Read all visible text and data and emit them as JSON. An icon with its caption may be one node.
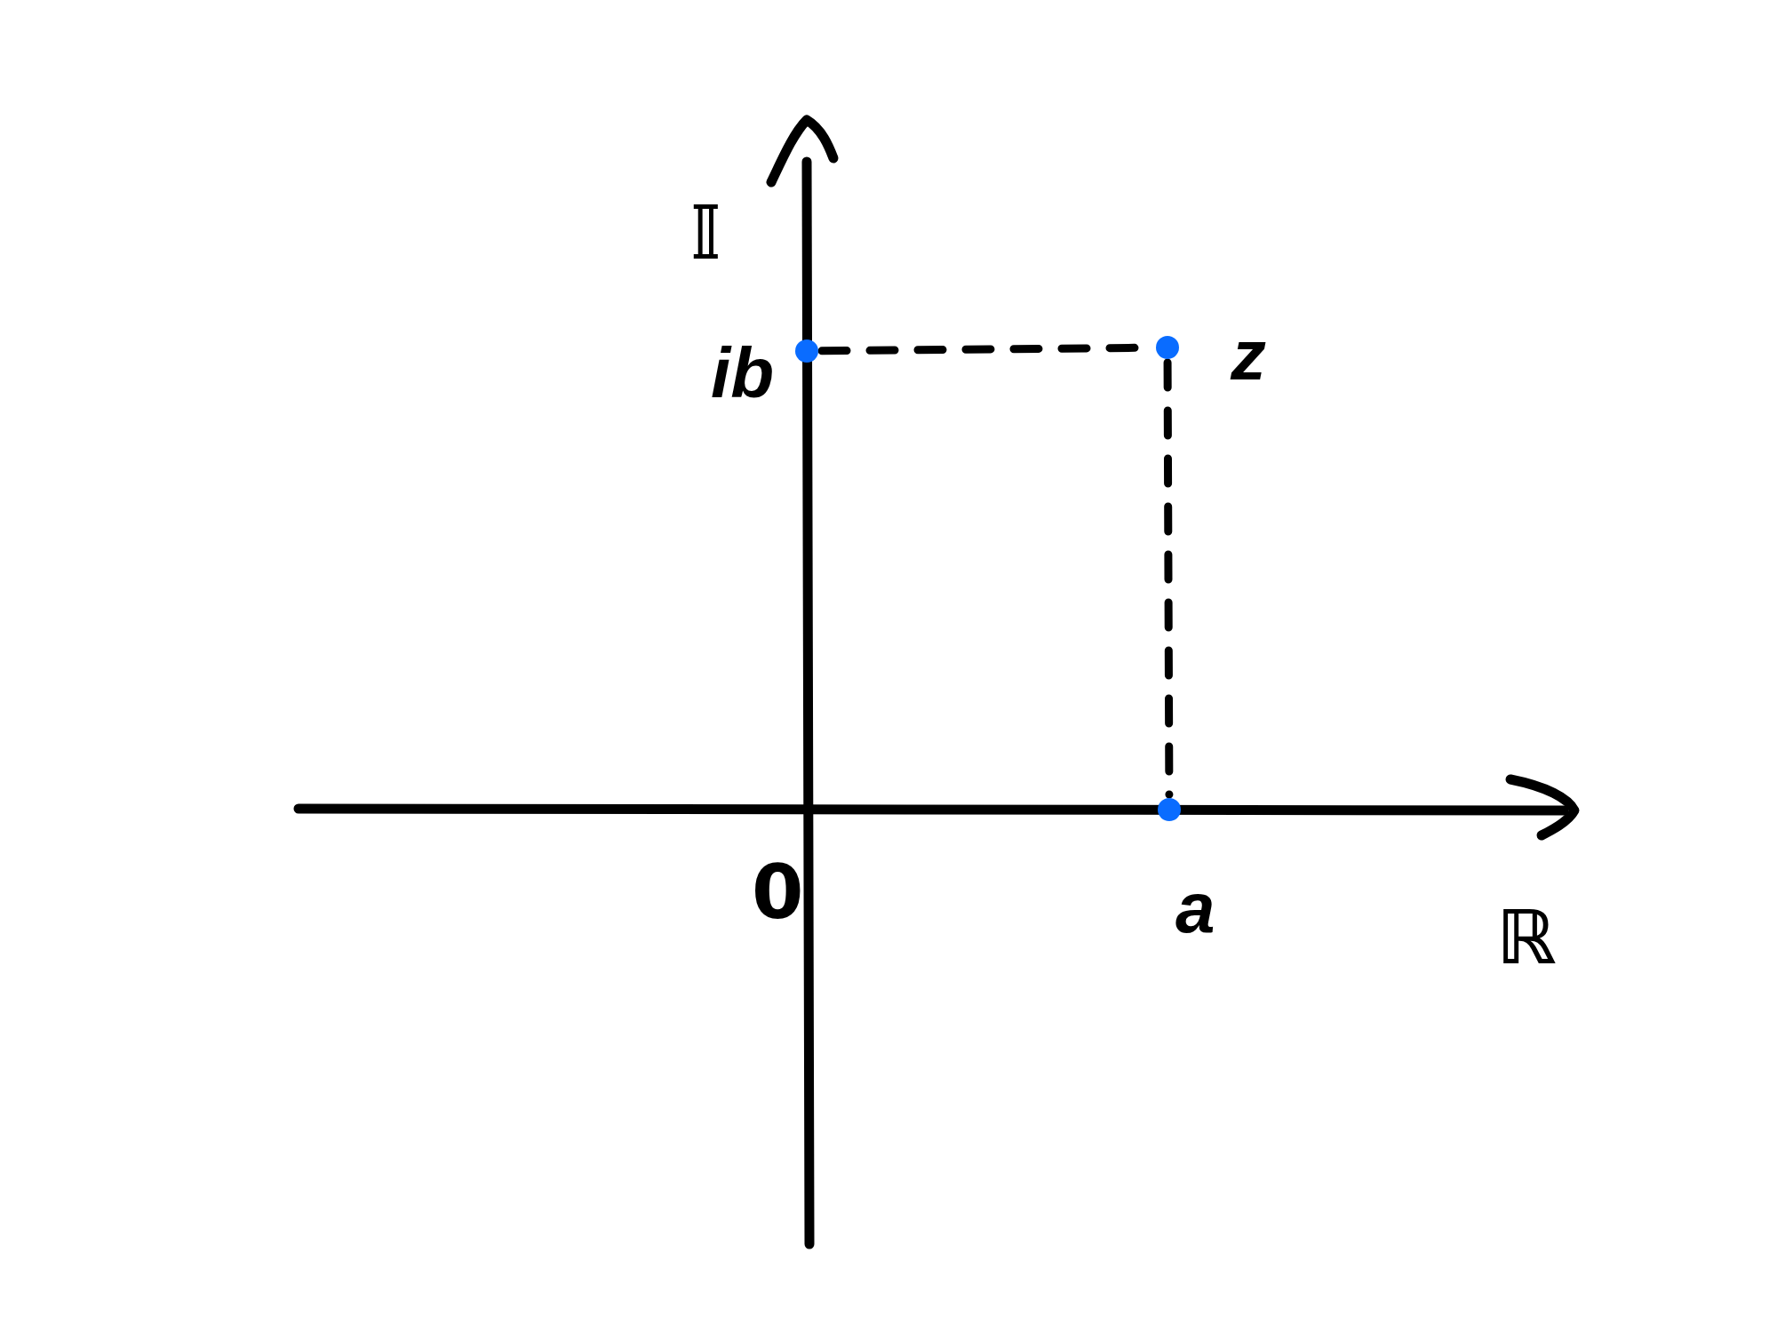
{
  "diagram": {
    "nodes": [
      {
        "text": [],
        "shape": "circle",
        "beside": [
          "ib"
        ]
      },
      {
        "text": [],
        "shape": "circle",
        "beside": [
          "z"
        ]
      },
      {
        "text": [],
        "shape": "circle",
        "beside": [
          "a"
        ]
      }
    ],
    "edges": [
      {
        "from": 0,
        "to": 1,
        "arrow": "none",
        "style": "dashed"
      },
      {
        "from": 1,
        "to": 2,
        "arrow": "none",
        "style": "dashed"
      }
    ],
    "labels": [
      "𝕀",
      "0",
      "ℝ"
    ]
  }
}
